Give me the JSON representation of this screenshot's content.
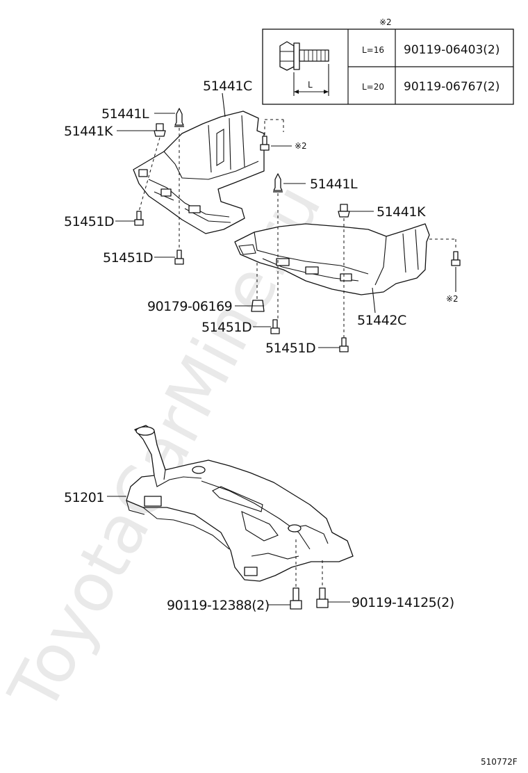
{
  "watermark": "ToyotaCarMine.ru",
  "figure_code": "510772F",
  "spec_table": {
    "header_mark": "※2",
    "rows": [
      {
        "length": "L=16",
        "part": "90119-06403(2)"
      },
      {
        "length": "L=20",
        "part": "90119-06767(2)"
      }
    ],
    "dim_label": "L"
  },
  "callouts": {
    "c51441C": "51441C",
    "c51441L_a": "51441L",
    "c51441K_a": "51441K",
    "c51451D_a": "51451D",
    "c51451D_b": "51451D",
    "c51441L_b": "51441L",
    "c51441K_b": "51441K",
    "c90179": "90179-06169",
    "c51451D_c": "51451D",
    "c51451D_d": "51451D",
    "c51442C": "51442C",
    "c51201": "51201",
    "c90119_12388": "90119-12388(2)",
    "c90119_14125": "90119-14125(2)",
    "mark2_a": "※2",
    "mark2_b": "※2"
  },
  "icons": [
    "bolt-icon",
    "clip-icon",
    "rivet-icon",
    "nut-icon"
  ]
}
